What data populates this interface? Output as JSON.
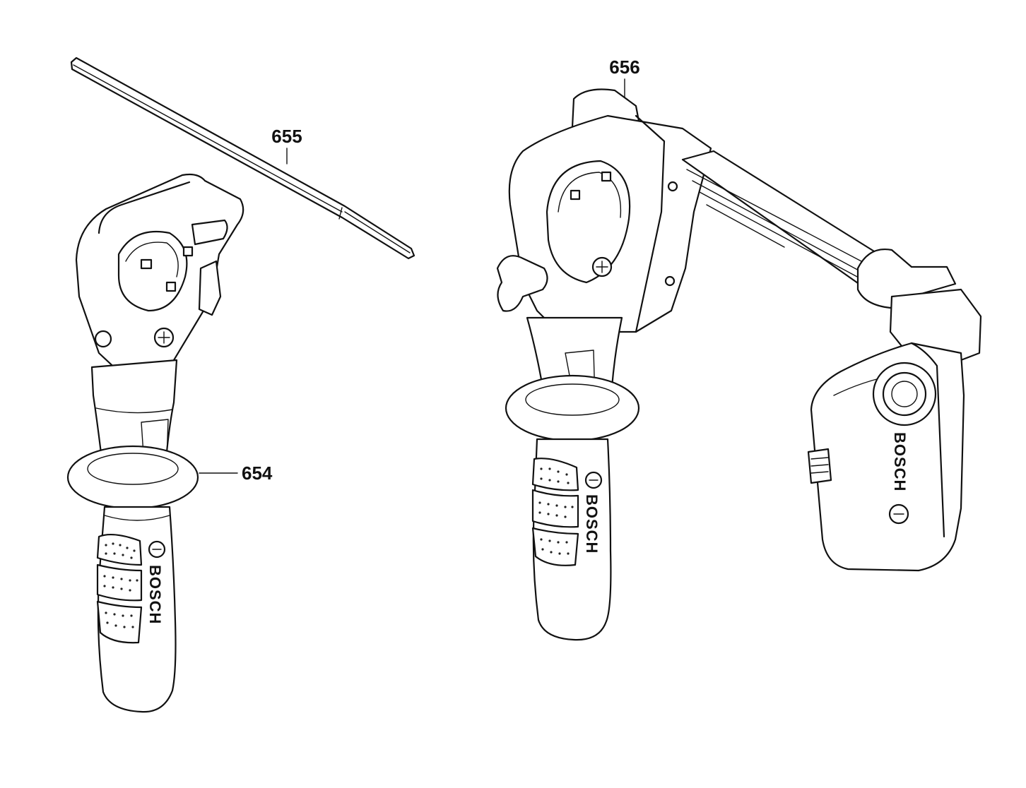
{
  "diagram": {
    "parts": [
      {
        "number": "654"
      },
      {
        "number": "655"
      },
      {
        "number": "656"
      }
    ],
    "brand_marks": [
      {
        "text": "BOSCH"
      },
      {
        "text": "BOSCH"
      },
      {
        "text": "BOSCH"
      }
    ],
    "colors": {
      "line": "#111111",
      "background": "#ffffff"
    },
    "icons": [
      "auxiliary-handle-icon",
      "depth-rod-icon",
      "dust-extraction-attachment-icon",
      "bosch-logo-icon"
    ]
  }
}
